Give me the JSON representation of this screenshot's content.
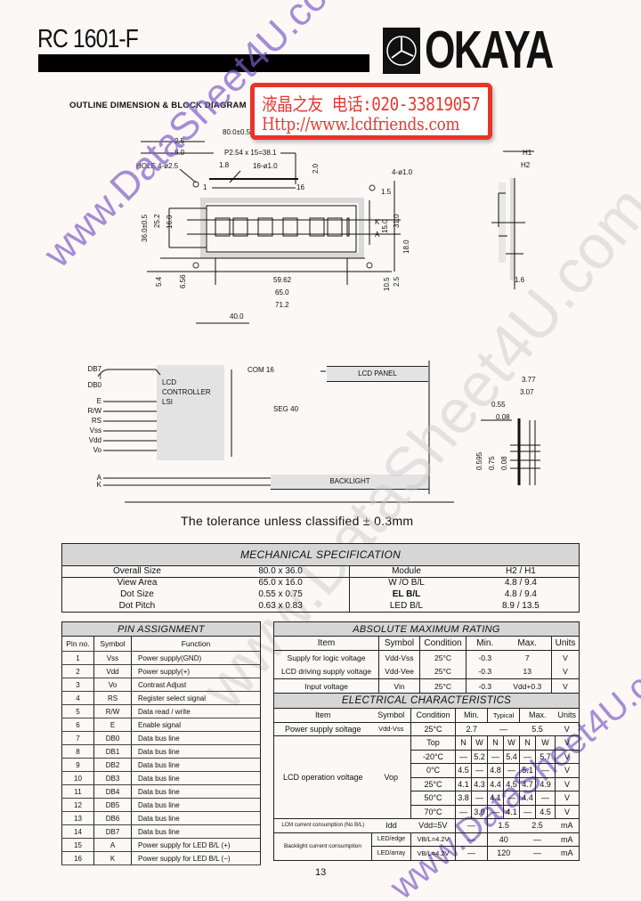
{
  "header": {
    "model": "RC 1601-F",
    "brand": "OKAYA"
  },
  "stamp": {
    "line1": "液晶之友 电话:020-33819057",
    "line2": "Http://www.lcdfriends.com"
  },
  "watermarks": {
    "purple_left": "www.DataSheet4U.com",
    "purple_right": "www.DataSheet4U.com",
    "grey_center": "www.DataSheet4U.com"
  },
  "outline": {
    "title": "OUTLINE DIMENSION & BLOCK DIAGRAM",
    "dims": {
      "overall_width": "80.0±0.5",
      "offset_a": "2.5",
      "offset_b": "8.0",
      "pitch": "P2.54 x 15=38.1",
      "hole": "HOLE 4-ø2.5",
      "pin_offset": "1.8",
      "pins": "16-ø1.0",
      "top_margin": "2.0",
      "pin_first": "1",
      "pin_last": "16",
      "height_total": "36.0±0.5",
      "height_b": "25.2",
      "view_h": "16.0",
      "left_a": "5.4",
      "left_b": "6.56",
      "char_span": "59.62",
      "view_w": "65.0",
      "bezel_w": "71.2",
      "half_w": "40.0",
      "right_a": "10.5",
      "right_b": "2.5",
      "bl_hole": "4-ø1.0",
      "bl_a": "1.5",
      "bl_b": "15.0",
      "bl_c": "31.0",
      "bl_d": "18.0",
      "k_label": "K",
      "a_label": "A",
      "h1": "H1",
      "h2": "H2",
      "side_bottom": "1.6"
    },
    "dot_dims": {
      "w1": "3.77",
      "w2": "3.07",
      "dot_w": "0.55",
      "gap_w": "0.08",
      "h1": "0.595",
      "h2": "0.75",
      "h3": "0.08"
    }
  },
  "block": {
    "controller": "LCD\nCONTROLLER\nLSI",
    "controller_lines": [
      "LCD",
      "CONTROLLER",
      "LSI"
    ],
    "panel": "LCD PANEL",
    "backlight": "BACKLIGHT",
    "com": "COM 16",
    "seg": "SEG 40",
    "signals": [
      "DB7",
      "I",
      "DB0",
      "E",
      "R/W",
      "RS",
      "Vss",
      "Vdd",
      "Vo"
    ],
    "bl_signals": [
      "A",
      "K"
    ]
  },
  "tolerance": "The  tolerance  unless  classified ± 0.3mm",
  "mechanical": {
    "title": "MECHANICAL  SPECIFICATION",
    "rows": [
      [
        "Overall Size",
        "80.0 x 36.0",
        "Module",
        "H2 / H1"
      ],
      [
        "View Area",
        "65.0 x 16.0",
        "W /O  B/L",
        "4.8 / 9.4"
      ],
      [
        "Dot Size",
        "0.55 x 0.75",
        "EL B/L",
        "4.8 / 9.4"
      ],
      [
        "Dot Pitch",
        "0.63 x 0.83",
        "LED B/L",
        "8.9 / 13.5"
      ]
    ]
  },
  "pin_assignment": {
    "title": "PIN  ASSIGNMENT",
    "headers": [
      "Pin no.",
      "Symbol",
      "Function"
    ],
    "rows": [
      [
        "1",
        "Vss",
        "Power supply(GND)"
      ],
      [
        "2",
        "Vdd",
        "Power supply(+)"
      ],
      [
        "3",
        "Vo",
        "Contrast Adjust"
      ],
      [
        "4",
        "RS",
        "Register select signal"
      ],
      [
        "5",
        "R/W",
        "Data read / write"
      ],
      [
        "6",
        "E",
        "Enable signal"
      ],
      [
        "7",
        "DB0",
        "Data bus line"
      ],
      [
        "8",
        "DB1",
        "Data bus line"
      ],
      [
        "9",
        "DB2",
        "Data bus line"
      ],
      [
        "10",
        "DB3",
        "Data bus line"
      ],
      [
        "11",
        "DB4",
        "Data bus line"
      ],
      [
        "12",
        "DB5",
        "Data bus line"
      ],
      [
        "13",
        "DB6",
        "Data bus line"
      ],
      [
        "14",
        "DB7",
        "Data bus line"
      ],
      [
        "15",
        "A",
        "Power supply for LED B/L (+)"
      ],
      [
        "16",
        "K",
        "Power supply for LED B/L (−)"
      ]
    ]
  },
  "absolute_max": {
    "title": "ABSOLUTE MAXIMUM RATING",
    "headers": [
      "Item",
      "Symbol",
      "Condition",
      "Min.",
      "Max.",
      "Units"
    ],
    "rows": [
      [
        "Supply for logic voltage",
        "Vdd-Vss",
        "25°C",
        "-0.3",
        "7",
        "V"
      ],
      [
        "LCD driving supply voltage",
        "Vdd-Vee",
        "25°C",
        "-0.3",
        "13",
        "V"
      ],
      [
        "Input voltage",
        "Vin",
        "25°C",
        "-0.3",
        "Vdd+0.3",
        "V"
      ]
    ]
  },
  "electrical": {
    "title": "ELECTRICAL CHARACTERISTICS",
    "headers": [
      "Item",
      "Symbol",
      "Condition",
      "Min.",
      "Typical",
      "Max.",
      "Units"
    ],
    "power": [
      "Power supply soltage",
      "Vdd-Vss",
      "25°C",
      "2.7",
      "—",
      "5.5",
      "V"
    ],
    "lcd_item": "LCD operation voltage",
    "lcd_symbol": "Vop",
    "lcd_rows": [
      [
        "Top",
        "N",
        "W",
        "N",
        "W",
        "N",
        "W",
        "V"
      ],
      [
        "-20°C",
        "—",
        "5.2",
        "—",
        "5.4",
        "—",
        "5.7",
        "V"
      ],
      [
        "0°C",
        "4.5",
        "—",
        "4.8",
        "—",
        "5.1",
        "—",
        "V"
      ],
      [
        "25°C",
        "4.1",
        "4.3",
        "4.4",
        "4.5",
        "4.7",
        "4.9",
        "V"
      ],
      [
        "50°C",
        "3.8",
        "—",
        "4.1",
        "—",
        "4.4",
        "—",
        "V"
      ],
      [
        "70°C",
        "—",
        "3.9",
        "—",
        "4.1",
        "—",
        "4.5",
        "V"
      ]
    ],
    "idd": [
      "LCM current consumption (No B/L)",
      "Idd",
      "Vdd=5V",
      "—",
      "1.5",
      "2.5",
      "mA"
    ],
    "backlight_item": "Backlight current consumption",
    "backlight_rows": [
      [
        "LED/edge",
        "VB/L=4.2V",
        "—",
        "40",
        "—",
        "mA"
      ],
      [
        "LED/array",
        "VB/L=4.2V",
        "—",
        "120",
        "—",
        "mA"
      ]
    ]
  },
  "page_number": "13"
}
